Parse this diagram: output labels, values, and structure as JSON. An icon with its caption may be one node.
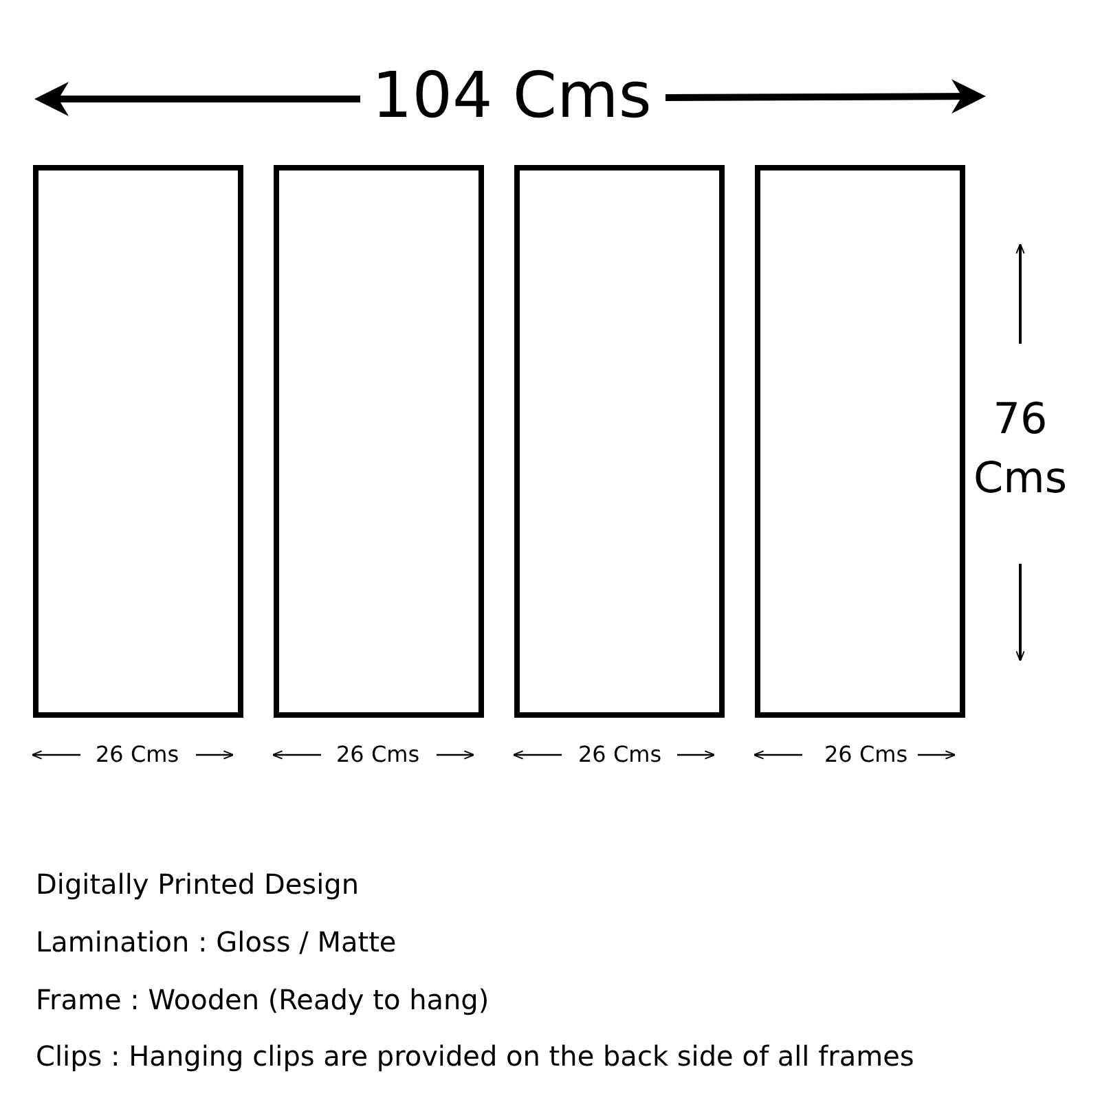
{
  "diagram": {
    "nodes": [
      {
        "text": [],
        "shape": "box"
      },
      {
        "text": [],
        "shape": "box"
      },
      {
        "text": [],
        "shape": "box"
      },
      {
        "text": [],
        "shape": "box"
      }
    ],
    "labels": [
      "104 Cms",
      "76 Cms",
      "26 Cms",
      "26 Cms",
      "26 Cms",
      "26 Cms",
      "Digitally Printed Design",
      "Lamination : Gloss / Matte",
      "Frame : Wooden (Ready to hang)",
      "Clips : Hanging clips are provided on the back side of all frames"
    ]
  }
}
